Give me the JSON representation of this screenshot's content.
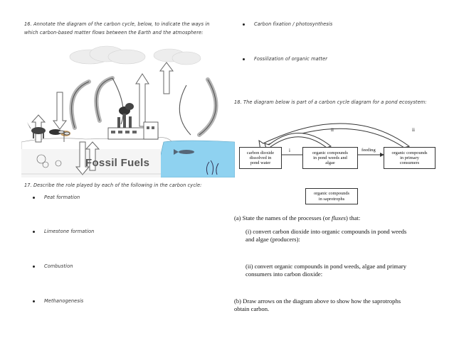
{
  "q16": {
    "line1": "16. Annotate the diagram of the carbon cycle, below, to indicate the ways in",
    "line2": "which carbon-based matter flows between the Earth and the atmosphere:",
    "diagram_label": "Fossil Fuels"
  },
  "right_bullets": [
    "Carbon fixation / photosynthesis",
    "Fossilization of organic matter"
  ],
  "q17": {
    "heading": "17. Describe the role played by each of the following in the carbon cycle:",
    "items": [
      "Peat formation",
      "Limestone formation",
      "Combustion",
      "Methanogenesis"
    ]
  },
  "q18": {
    "heading": "18. The diagram below is part of a carbon cycle diagram for a pond ecosystem:",
    "boxes": {
      "co2": [
        "carbon dioxide",
        "dissolved in",
        "pond water"
      ],
      "weeds": [
        "organic compounds",
        "in pond weeds and",
        "algae"
      ],
      "consumers": [
        "organic compounds",
        "in primary",
        "consumers"
      ],
      "saprotrophs": [
        "organic compounds",
        "in saprotrophs"
      ]
    },
    "labels": {
      "i": "i",
      "ii_left": "ii",
      "ii_right": "ii",
      "feeding": "feeding"
    },
    "part_a_prefix": "(a) State the names of the processes (or ",
    "part_a_italic": "fluxes",
    "part_a_suffix": ") that:",
    "part_a_i_line1": "(i) convert carbon dioxide into organic compounds in pond weeds",
    "part_a_i_line2": "and algae (producers):",
    "part_a_ii_line1": "(ii) convert organic compounds in pond weeds, algae and primary",
    "part_a_ii_line2": "consumers into carbon dioxide:",
    "part_b_line1": "(b) Draw arrows on the diagram above to show how the saprotrophs",
    "part_b_line2": "obtain carbon."
  }
}
